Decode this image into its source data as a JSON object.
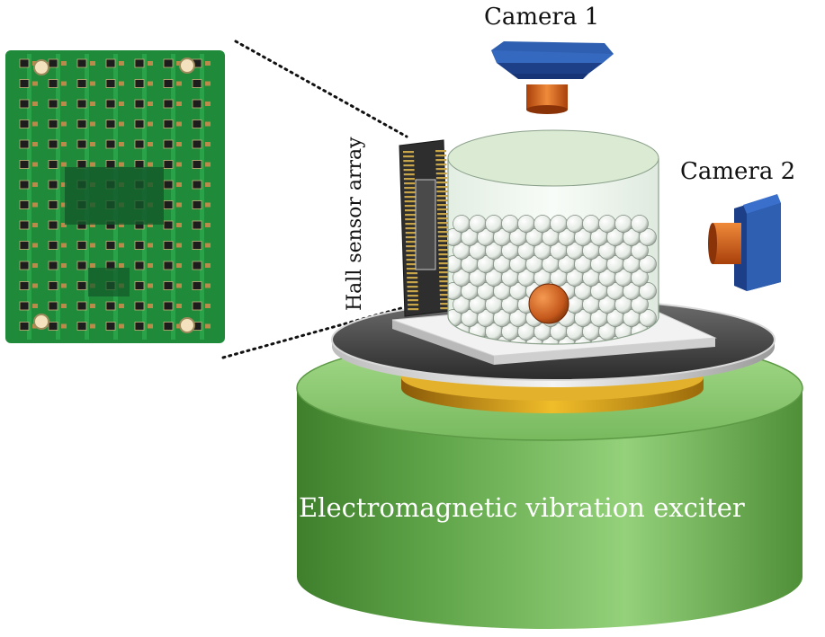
{
  "labels": {
    "camera1": "Camera 1",
    "camera2": "Camera 2",
    "hall_sensor_array": "Hall sensor array",
    "exciter": "Electromagnetic vibration exciter"
  },
  "colors": {
    "pcb_green": "#1f8a3a",
    "exciter_green": "#7cc25f",
    "camera_blue": "#2f5fb0",
    "camera_lens": "#d9641e",
    "container_fill": "#eef6ee",
    "particle_tracer": "#c4581c",
    "plate_gold": "#d8a21d"
  }
}
